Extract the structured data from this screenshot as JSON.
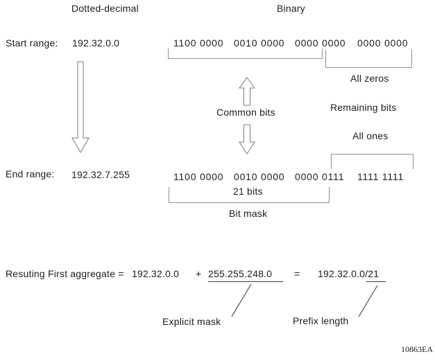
{
  "headers": {
    "dotted_decimal": "Dotted-decimal",
    "binary": "Binary"
  },
  "start_row": {
    "label": "Start range:",
    "dotted": "192.32.0.0",
    "binary_groups": [
      "1100 0000",
      "0010 0000",
      "0000 0000",
      "0000 0000"
    ]
  },
  "end_row": {
    "label": "End range:",
    "dotted": "192.32.7.255",
    "binary_groups": [
      "1100 0000",
      "0010 0000",
      "0000 0111",
      "1111 1111"
    ]
  },
  "annotations": {
    "all_zeros": "All zeros",
    "remaining_bits": "Remaining bits",
    "common_bits": "Common bits",
    "all_ones": "All ones",
    "bits_21": "21 bits",
    "bit_mask": "Bit mask",
    "explicit_mask": "Explicit mask",
    "prefix_length": "Prefix length"
  },
  "formula": {
    "prefix_text": "Resuting First aggregate =",
    "start_address": "192.32.0.0",
    "plus": "+",
    "mask": "255.255.248.0",
    "equals": "=",
    "result": "192.32.0.0/21"
  },
  "figure_id": "10863EA",
  "colors": {
    "text": "#1c1c1c",
    "bracket_line": "#8f8f8f",
    "arrow_outline": "#7a7a7a",
    "background": "#ffffff"
  }
}
